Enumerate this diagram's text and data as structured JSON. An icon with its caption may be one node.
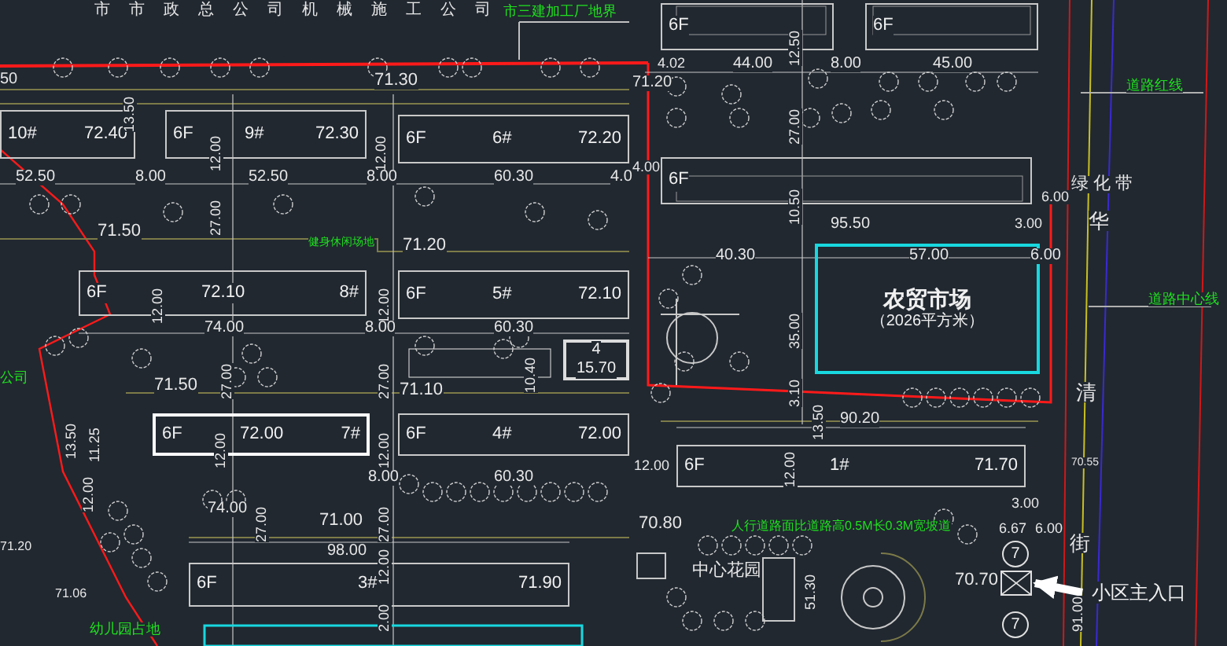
{
  "diagram": {
    "nodes": [
      {
        "text": [
          "10#",
          "72.40"
        ]
      },
      {
        "text": [
          "6F",
          "9#",
          "72.30"
        ]
      },
      {
        "text": [
          "6F",
          "6#",
          "72.20"
        ]
      },
      {
        "text": [
          "6F"
        ]
      },
      {
        "text": [
          "6F"
        ]
      },
      {
        "text": [
          "6F"
        ]
      },
      {
        "text": [
          "6F",
          "72.10",
          "8#"
        ]
      },
      {
        "text": [
          "6F",
          "5#",
          "72.10"
        ]
      },
      {
        "text": [
          "4",
          "15.70"
        ]
      },
      {
        "text": [
          "农贸市场",
          "（2026平方米）"
        ]
      },
      {
        "text": [
          "6F",
          "72.00",
          "7#"
        ]
      },
      {
        "text": [
          "6F",
          "4#",
          "72.00"
        ]
      },
      {
        "text": [
          "6F",
          "1#",
          "71.70"
        ]
      },
      {
        "text": [
          "6F",
          "3#",
          "71.90"
        ]
      },
      {
        "text": [
          "7"
        ]
      },
      {
        "text": [],
        "shape": "box"
      },
      {
        "text": [
          "7"
        ]
      },
      {
        "text": [
          "小区主入口"
        ]
      }
    ],
    "edges": [
      {
        "from": 17,
        "to": 15,
        "arrow": "to"
      }
    ],
    "labels": [
      "市市政总公司机械施工公司",
      "市三建加工厂地界",
      "道路红线",
      "绿化带",
      "道路中心线",
      "华",
      "清",
      "街",
      "公司",
      "幼儿园占地",
      "健身休闲场地",
      "人行道路面比道路高0.5M长0.3M宽坡道",
      "中心花园",
      "50",
      "13.50",
      "71.30",
      "12.00",
      "12.00",
      "52.50",
      "8.00",
      "27.00",
      "52.50",
      "8.00",
      "60.30",
      "4.0",
      "12.50",
      "4.02",
      "44.00",
      "8.00",
      "45.00",
      "71.20",
      "27.00",
      "4.00",
      "10.50",
      "95.50",
      "3.00",
      "6.00",
      "71.50",
      "71.20",
      "12.00",
      "12.00",
      "74.00",
      "8.00",
      "60.30",
      "27.00",
      "27.00",
      "10.40",
      "71.50",
      "71.10",
      "40.30",
      "57.00",
      "6.00",
      "35.00",
      "3.10",
      "13.50",
      "90.20",
      "13.50",
      "11.25",
      "12.00",
      "12.00",
      "12.00",
      "8.00",
      "60.30",
      "74.00",
      "27.00",
      "71.00",
      "27.00",
      "98.00",
      "12.00",
      "2.00",
      "71.20",
      "71.06",
      "12.00",
      "12.00",
      "70.80",
      "3.00",
      "6.67",
      "6.00",
      "51.30",
      "70.70",
      "91.00",
      "70.55"
    ]
  }
}
